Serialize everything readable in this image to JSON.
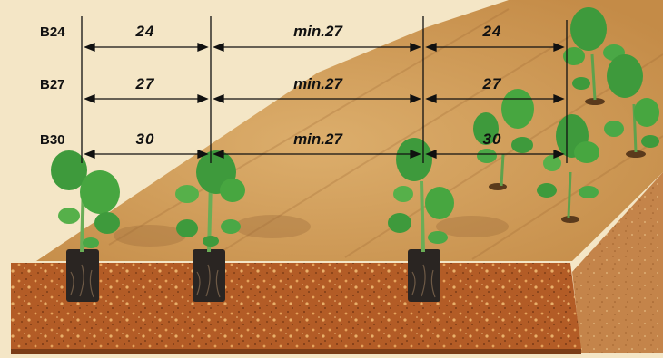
{
  "rows": [
    {
      "label": "B24",
      "dims": [
        "24",
        "min.27",
        "24"
      ]
    },
    {
      "label": "B27",
      "dims": [
        "27",
        "min.27",
        "27"
      ]
    },
    {
      "label": "B30",
      "dims": [
        "30",
        "min.27",
        "30"
      ]
    }
  ],
  "colors": {
    "soil_front": "#b8622a",
    "soil_top": "#c98a45",
    "seedbed": "#d6a25f",
    "leaf": "#3e9a3c",
    "leaf_light": "#6cc05a",
    "pot": "#2a2522",
    "ink": "#111111"
  },
  "icons": [
    "seedling-icon",
    "peat-pot-icon",
    "dimension-arrow-icon"
  ]
}
